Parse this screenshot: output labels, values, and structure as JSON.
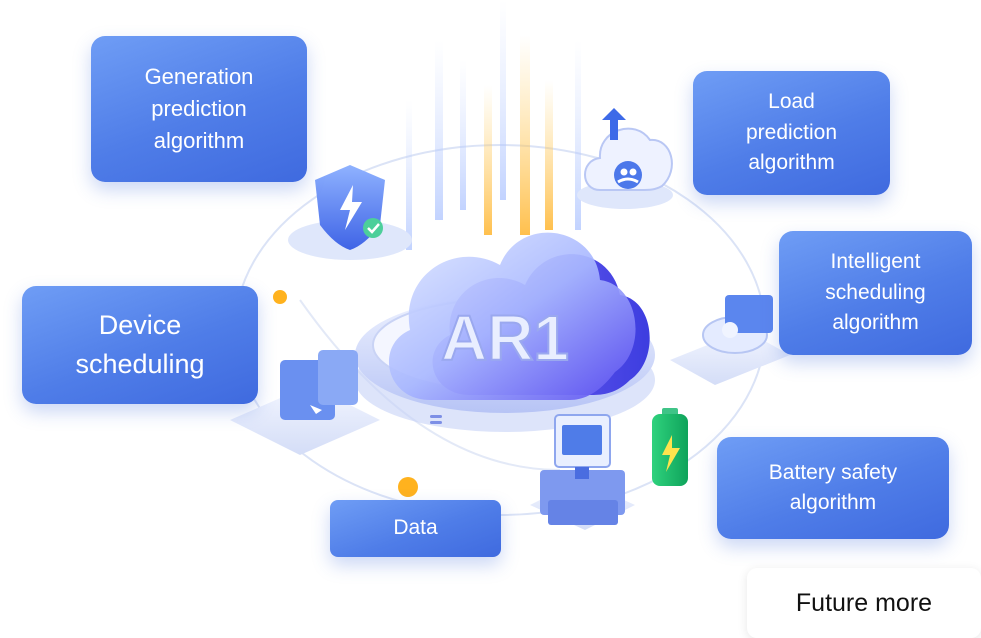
{
  "diagram": {
    "center_label": "AR1",
    "boxes": {
      "generation": "Generation\nprediction\nalgorithm",
      "load": "Load\nprediction\nalgorithm",
      "intelligent": "Intelligent\nscheduling\nalgorithm",
      "device": "Device\nscheduling",
      "battery": "Battery safety\nalgorithm",
      "data": "Data",
      "future": "Future more"
    }
  }
}
